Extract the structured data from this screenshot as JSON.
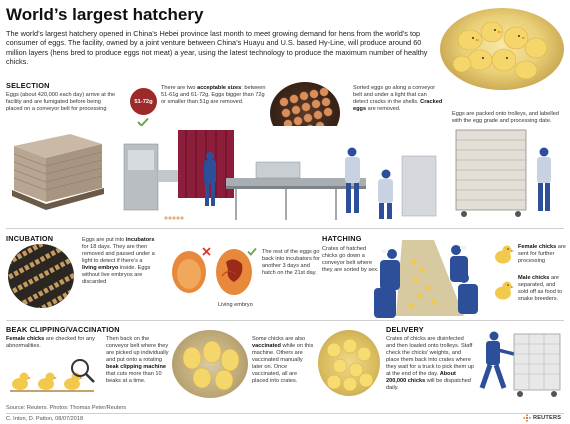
{
  "title": "World’s largest hatchery",
  "intro": "The world’s largest hatchery opened in China’s Hebei province last month to meet growing demand for hens from the world’s top consumer of eggs. The facility, owned by a joint venture between China’s Huayu and U.S. based Hy-Line, will produce around 60 million layers (hens bred to produce eggs not meat) a year, using the latest technology to produce the maximum number of healthy chicks.",
  "selection": {
    "heading": "SELECTION",
    "text": "Eggs (about 420,000 each day) arrive at the facility and are fumigated before being placed on a conveyor belt for processing",
    "size_badge": "51-72g",
    "sizes_pre": "There are two ",
    "sizes_bold": "acceptable sizes",
    "sizes_post": ": between 51-61g and 61-72g. Eggs bigger than 72g or smaller than 51g are removed.",
    "cracks_pre": "Sorted eggs go along a conveyor belt and under a light that can detect cracks in the shells. ",
    "cracks_bold": "Cracked eggs",
    "cracks_post": " are removed.",
    "trolley_text": "Eggs are packed onto trolleys, and labelled with the egg grade and processing date."
  },
  "incubation": {
    "heading": "INCUBATION",
    "text_pre": "Eggs are put into ",
    "text_bold1": "incubators",
    "text_mid": " for 18 days. They are then removed and passed under a light to detect if there’s a ",
    "text_bold2": "living embryo",
    "text_post": " inside. Eggs without live embryos are discarded",
    "embryo_label": "Living embryo",
    "rest_text": "The rest of the eggs go back into incubators for another 3 days and hatch on the 21st day."
  },
  "hatching": {
    "heading": "HATCHING",
    "text": "Crates of hatched chicks go down a conveyor belt where they are sorted by sex.",
    "female_bold": "Female chicks",
    "female_post": " are sent for further processing",
    "male_bold": "Male chicks",
    "male_post": " are separated, and sold off as food to snake breeders."
  },
  "beak": {
    "heading": "BEAK CLIPPING/VACCINATION",
    "text_bold": "Female chicks",
    "text_post": " are checked for any abnormalities.",
    "clip_pre": "Then back on the conveyor belt where they are picked up individually and put onto a rotating ",
    "clip_bold": "beak clipping machine",
    "clip_post": " that cuts more than 10 beaks at a time.",
    "vacc_pre": "Some chicks are also ",
    "vacc_bold": "vaccinated",
    "vacc_post": " while on this machine. Others are vaccinated manually later on. Once vaccinated, all are placed into crates."
  },
  "delivery": {
    "heading": "DELIVERY",
    "text_pre": "Crates of chicks are disinfected and then loaded onto trolleys. Staff check the chicks’ weights, and place them back into crates where they wait for a truck to pick them up at the end of the day. ",
    "text_bold": "About 200,000 chicks",
    "text_post": " will be dispatched daily."
  },
  "footer": {
    "source": "Source: Reuters.  Photos: Thomas Peter/Reuters",
    "credit": "C. Inton, D. Patton, 08/07/2018",
    "brand": "REUTERS"
  },
  "colors": {
    "accent_green": "#6aa84f",
    "badge_red": "#9c2a2a",
    "reject_red": "#d33c2c",
    "curtain": "#8c1e3c",
    "worker_blue": "#2d4f9a",
    "egg": "#e2b37f",
    "chick": "#f2c94c"
  },
  "icons": [
    "check-icon",
    "cross-icon",
    "reuters-logo-icon"
  ]
}
